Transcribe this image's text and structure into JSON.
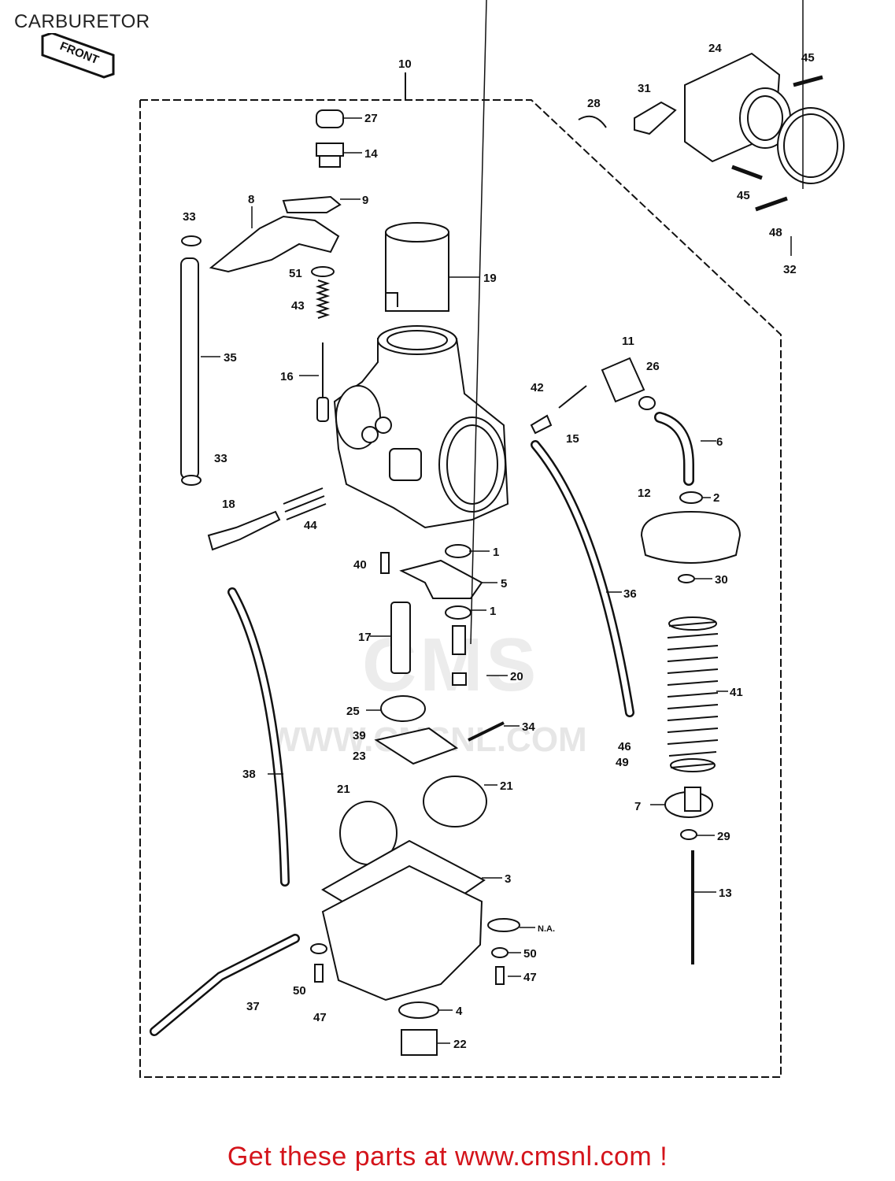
{
  "page": {
    "title": "CARBURETOR",
    "front_label": "FRONT",
    "footer_text": "Get these parts at www.cmsnl.com !",
    "watermark_logo": "CMS",
    "watermark_url": "WWW.CMSNL.COM"
  },
  "callouts": {
    "c1a": "1",
    "c1b": "1",
    "c2": "2",
    "c3": "3",
    "c4": "4",
    "c5": "5",
    "c6": "6",
    "c7": "7",
    "c8": "8",
    "c9": "9",
    "c10": "10",
    "c11": "11",
    "c12": "12",
    "c13": "13",
    "c14": "14",
    "c15": "15",
    "c16": "16",
    "c17": "17",
    "c18": "18",
    "c19": "19",
    "c20": "20",
    "c21a": "21",
    "c21b": "21",
    "c22": "22",
    "c23": "23",
    "c24": "24",
    "c25": "25",
    "c26": "26",
    "c27": "27",
    "c28": "28",
    "c29": "29",
    "c30": "30",
    "c31": "31",
    "c32": "32",
    "c33a": "33",
    "c33b": "33",
    "c34": "34",
    "c35": "35",
    "c36": "36",
    "c37": "37",
    "c38": "38",
    "c39": "39",
    "c40": "40",
    "c41": "41",
    "c42": "42",
    "c43": "43",
    "c44": "44",
    "c45a": "45",
    "c45b": "45",
    "c46": "46",
    "c47a": "47",
    "c47b": "47",
    "c48": "48",
    "c49": "49",
    "c50a": "50",
    "c50b": "50",
    "c51": "51",
    "cNA": "N.A."
  },
  "colors": {
    "footer": "#d4141b",
    "line": "#111111"
  }
}
